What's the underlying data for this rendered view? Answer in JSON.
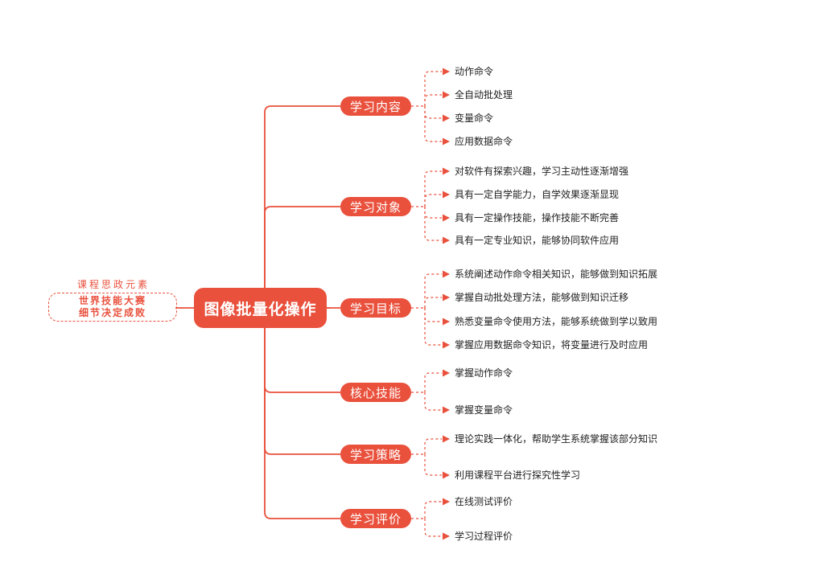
{
  "colors": {
    "accent": "#e9513d",
    "text": "#222222",
    "background": "#ffffff"
  },
  "root": {
    "label": "图像批量化操作"
  },
  "side_note": {
    "caption": "课程思政元素",
    "line1": "世界技能大赛",
    "line2": "细节决定成败"
  },
  "branches": [
    {
      "label": "学习内容",
      "leaves": [
        "动作命令",
        "全自动批处理",
        "变量命令",
        "应用数据命令"
      ]
    },
    {
      "label": "学习对象",
      "leaves": [
        "对软件有探索兴趣，学习主动性逐渐增强",
        "具有一定自学能力，自学效果逐渐显现",
        "具有一定操作技能，操作技能不断完善",
        "具有一定专业知识，能够协同软件应用"
      ]
    },
    {
      "label": "学习目标",
      "leaves": [
        "系统阐述动作命令相关知识，能够做到知识拓展",
        "掌握自动批处理方法，能够做到知识迁移",
        "熟悉变量命令使用方法，能够系统做到学以致用",
        "掌握应用数据命令知识，将变量进行及时应用"
      ]
    },
    {
      "label": "核心技能",
      "leaves": [
        "掌握动作命令",
        "掌握变量命令"
      ]
    },
    {
      "label": "学习策略",
      "leaves": [
        "理论实践一体化，帮助学生系统掌握该部分知识",
        "利用课程平台进行探究性学习"
      ]
    },
    {
      "label": "学习评价",
      "leaves": [
        "在线测试评价",
        "学习过程评价"
      ]
    }
  ]
}
